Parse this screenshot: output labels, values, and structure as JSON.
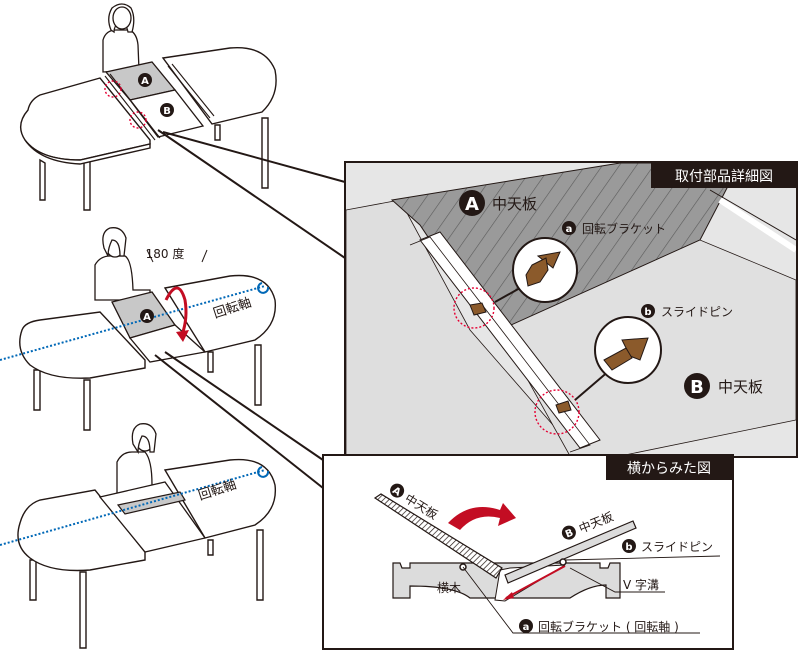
{
  "colors": {
    "ink": "#231815",
    "panel_gray": "#999999",
    "board_light": "#dcdcdc",
    "accent_red": "#c30d23",
    "axis_blue": "#0068b7",
    "bracket_brown": "#8b5a2b",
    "dashed_circle": "#e60033"
  },
  "steps": [
    {
      "id": 1,
      "badges": [
        "A",
        "B"
      ]
    },
    {
      "id": 2,
      "badges": [
        "A"
      ],
      "rotation_label": "180 度",
      "axis_label": "回転軸"
    },
    {
      "id": 3,
      "badges": [],
      "axis_label": "回転軸"
    }
  ],
  "detail_panel": {
    "title": "取付部品詳細図",
    "board_a": {
      "badge": "A",
      "label": "中天板"
    },
    "board_b": {
      "badge": "B",
      "label": "中天板"
    },
    "part_a": {
      "badge": "a",
      "label": "回転ブラケット"
    },
    "part_b": {
      "badge": "b",
      "label": "スライドピン"
    }
  },
  "side_panel": {
    "title": "横からみた図",
    "board_a": {
      "badge": "A",
      "label": "中天板"
    },
    "board_b": {
      "badge": "B",
      "label": "中天板"
    },
    "part_b": {
      "badge": "b",
      "label": "スライドピン"
    },
    "groove_label": "V 字溝",
    "rail_label": "横木",
    "part_a": {
      "badge": "a",
      "label": "回転ブラケット ( 回転軸 )"
    }
  }
}
